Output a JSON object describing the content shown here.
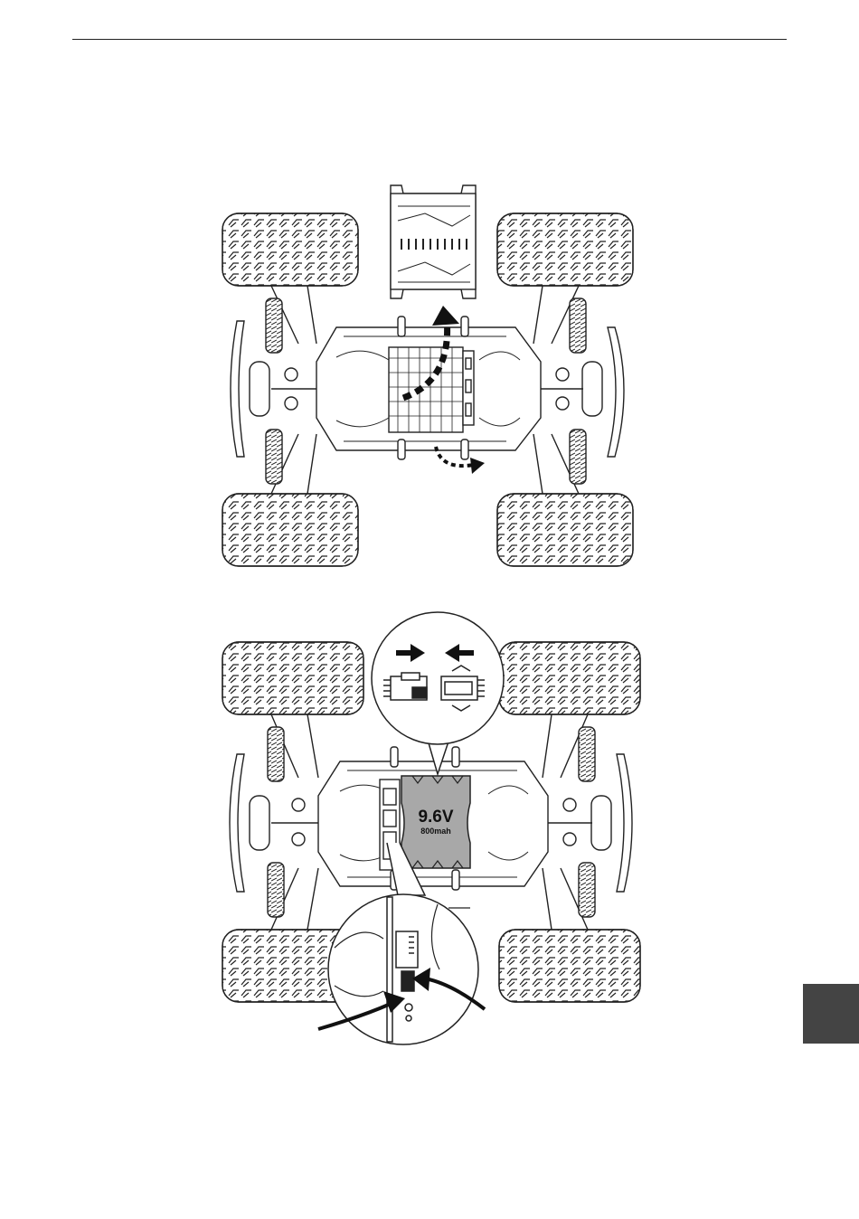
{
  "battery": {
    "voltage": "9.6V",
    "capacity": "800mah",
    "fill_color": "#a8a8a8"
  },
  "colors": {
    "line": "#222222",
    "section_tab": "#444444"
  },
  "icons": {
    "lid_arrows": "dashed-curved-arrow",
    "connector_arrows": "solid-arrow",
    "switch_arrows": "pointer-arrow"
  }
}
